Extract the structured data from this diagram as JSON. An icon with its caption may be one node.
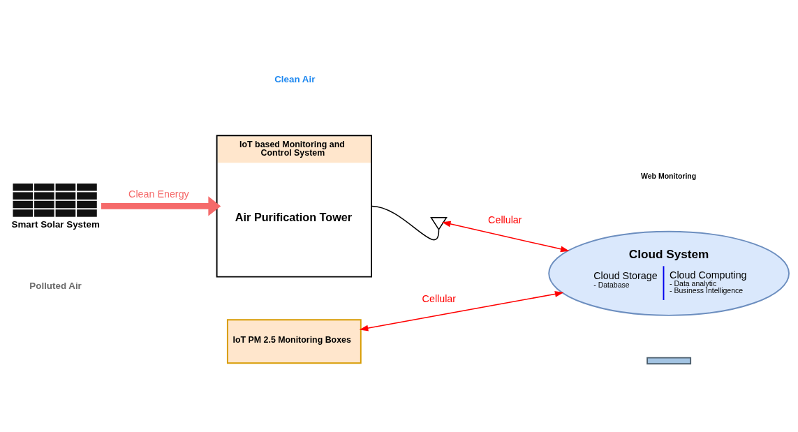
{
  "diagram": {
    "nodes": [
      {
        "text": [
          "Smart Solar System"
        ]
      },
      {
        "text": [
          "IoT based Monitoring and Control System",
          "Air Purification Tower"
        ]
      },
      {
        "text": [],
        "shape": "antenna"
      },
      {
        "text": [
          "Cloud System",
          "Cloud Storage",
          "- Database",
          "Cloud Computing",
          "- Data analytic",
          "- Business Intelligence"
        ]
      },
      {
        "text": [
          "IoT PM 2.5 Monitoring Boxes"
        ]
      },
      {
        "text": [],
        "shape": "bar"
      }
    ],
    "edges": [
      {
        "from": 0,
        "to": 1,
        "arrow": "to",
        "label": "Clean Energy",
        "style": "thick",
        "color": "#f56a6a"
      },
      {
        "from": 1,
        "to": 2,
        "arrow": "none",
        "color": "#000000"
      },
      {
        "from": 2,
        "to": 3,
        "arrow": "both",
        "label": "Cellular"
      },
      {
        "from": 4,
        "to": 3,
        "arrow": "both",
        "label": "Cellular"
      }
    ],
    "labels": [
      "Web Monitoring",
      "Clean Air",
      "Polluted Air"
    ]
  }
}
